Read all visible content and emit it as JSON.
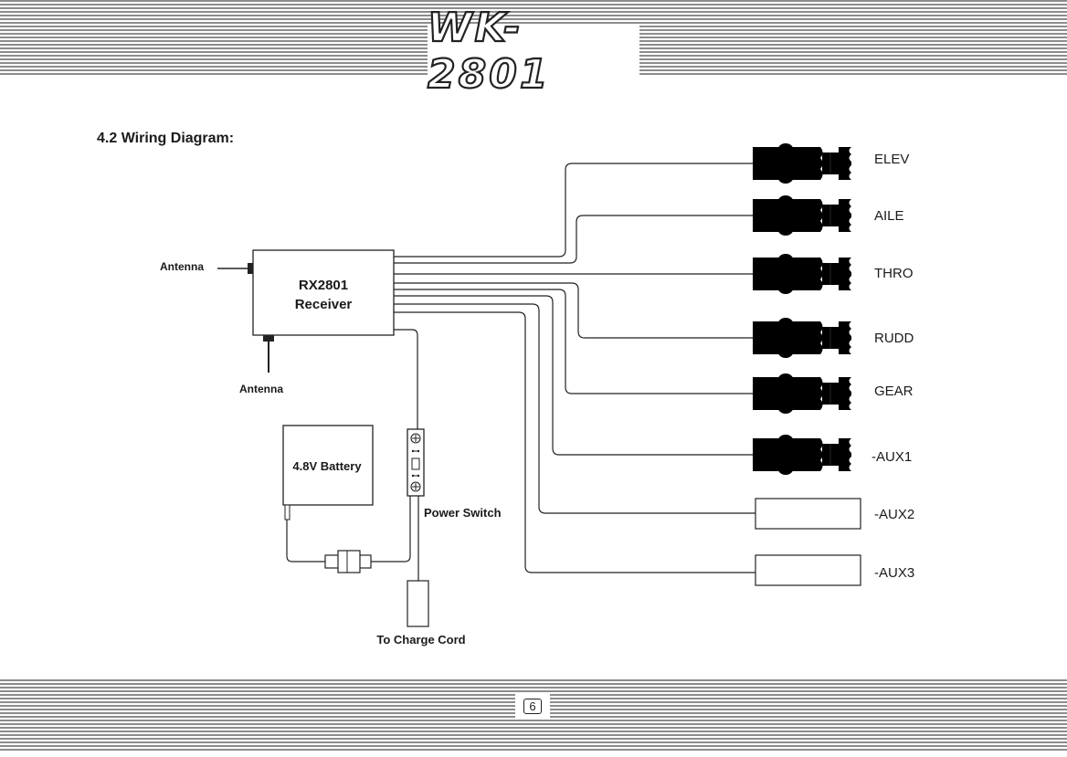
{
  "header": {
    "title": "WK-2801"
  },
  "section_title": "4.2 Wiring Diagram:",
  "receiver": {
    "line1": "RX2801",
    "line2": "Receiver"
  },
  "antenna_labels": {
    "side": "Antenna",
    "bottom": "Antenna"
  },
  "battery_label": "4.8V Battery",
  "power_switch_label": "Power Switch",
  "charge_cord_label": "To Charge Cord",
  "channels": [
    {
      "label": "ELEV",
      "device": "servo"
    },
    {
      "label": "AILE",
      "device": "servo"
    },
    {
      "label": "THRO",
      "device": "servo"
    },
    {
      "label": "RUDD",
      "device": "servo"
    },
    {
      "label": "GEAR",
      "device": "servo"
    },
    {
      "label": "-AUX1",
      "device": "servo"
    },
    {
      "label": "-AUX2",
      "device": "box"
    },
    {
      "label": "-AUX3",
      "device": "box"
    }
  ],
  "footer": {
    "page_number": "6"
  }
}
